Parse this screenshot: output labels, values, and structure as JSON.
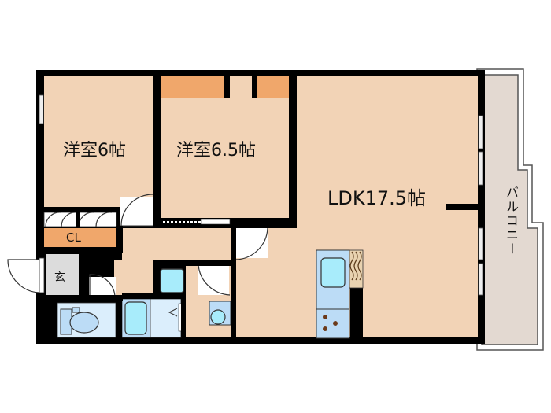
{
  "floorplan": {
    "rooms": {
      "bedroom1": {
        "label": "洋室6帖"
      },
      "bedroom2": {
        "label": "洋室6.5帖"
      },
      "ldk": {
        "label": "LDK17.5帖"
      },
      "closet": {
        "label": "CL"
      },
      "entrance": {
        "label": "玄"
      },
      "balcony": {
        "label": "バルコニー"
      }
    },
    "colors": {
      "floor": "#f2d3b6",
      "closet": "#f0a76b",
      "entrance": "#dcdcdc",
      "balcony": "#e3d9d1",
      "wet_area": "#dbeefc",
      "fixture": "#bcdcf6",
      "water": "#a8ecfb",
      "wall": "#000000"
    }
  }
}
